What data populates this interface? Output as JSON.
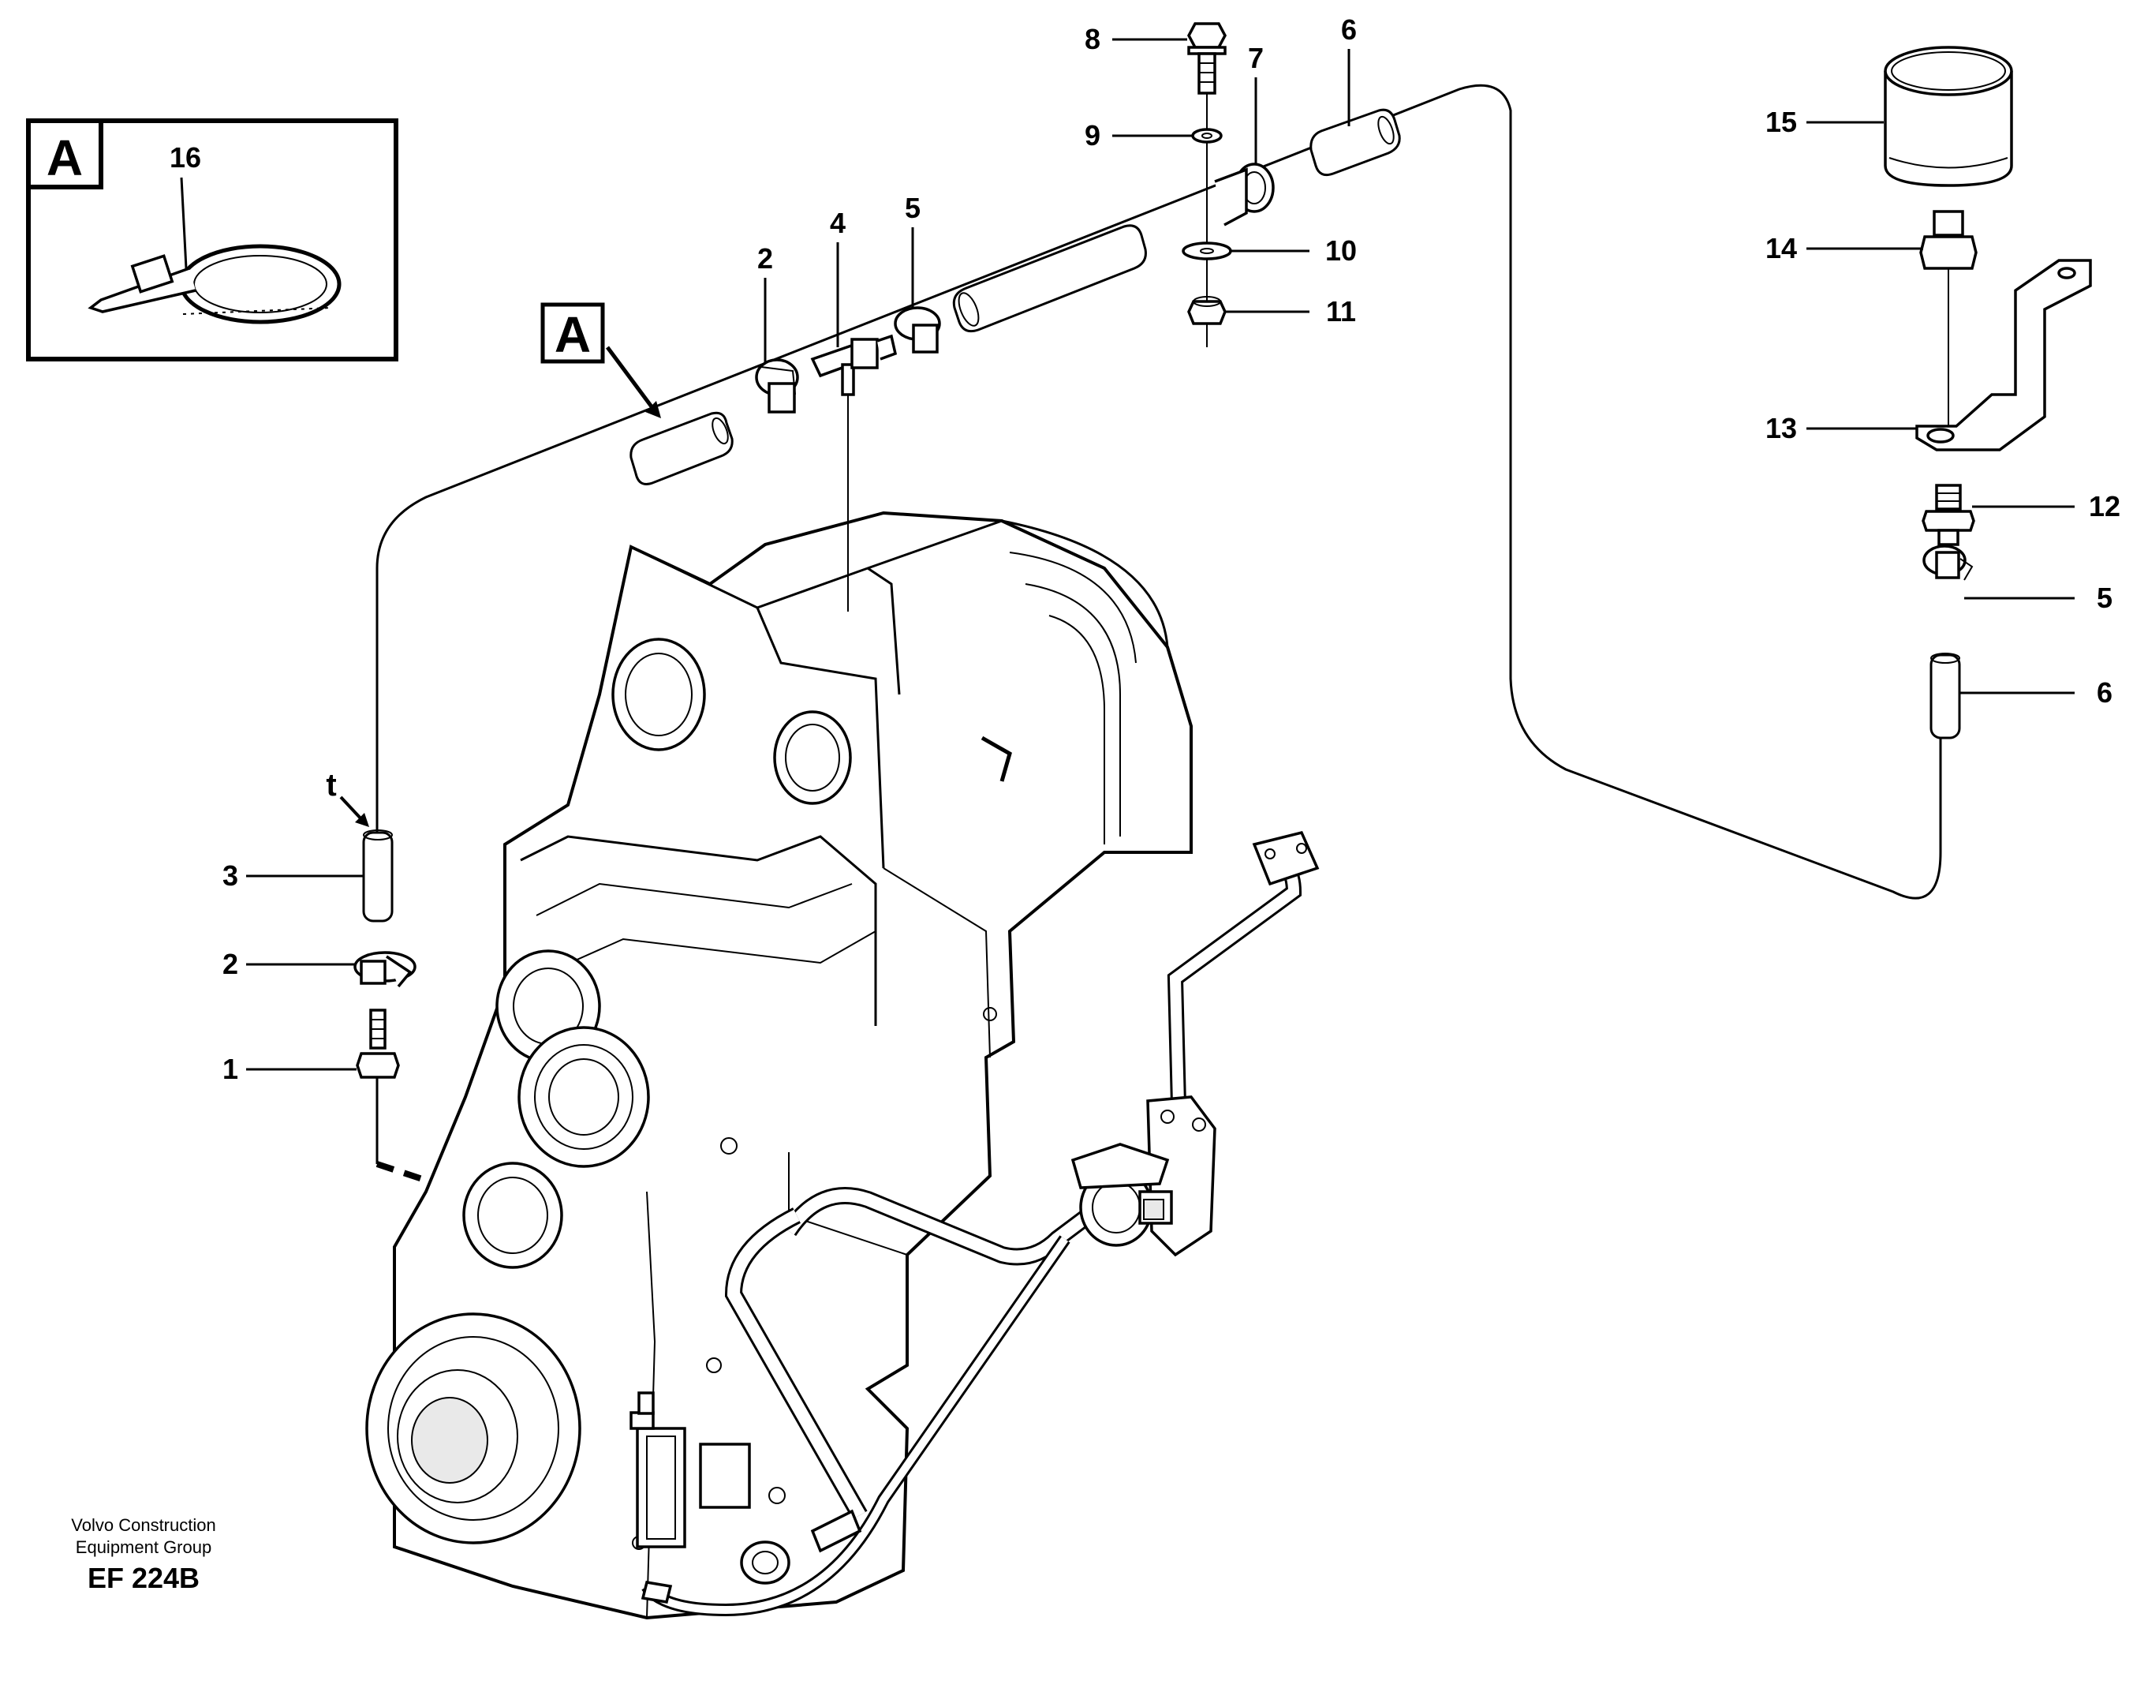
{
  "callouts": {
    "c1": "1",
    "c2a": "2",
    "c2b": "2",
    "c3": "3",
    "c4": "4",
    "c5a": "5",
    "c5b": "5",
    "c6a": "6",
    "c6b": "6",
    "c7": "7",
    "c8": "8",
    "c9": "9",
    "c10": "10",
    "c11": "11",
    "c12": "12",
    "c13": "13",
    "c14": "14",
    "c15": "15",
    "c16": "16",
    "t": "t"
  },
  "detail_box": {
    "label": "A"
  },
  "detail_ref": {
    "label": "A"
  },
  "credit": {
    "line1": "Volvo Construction",
    "line2": "Equipment Group"
  },
  "figure_code": "EF 224B"
}
